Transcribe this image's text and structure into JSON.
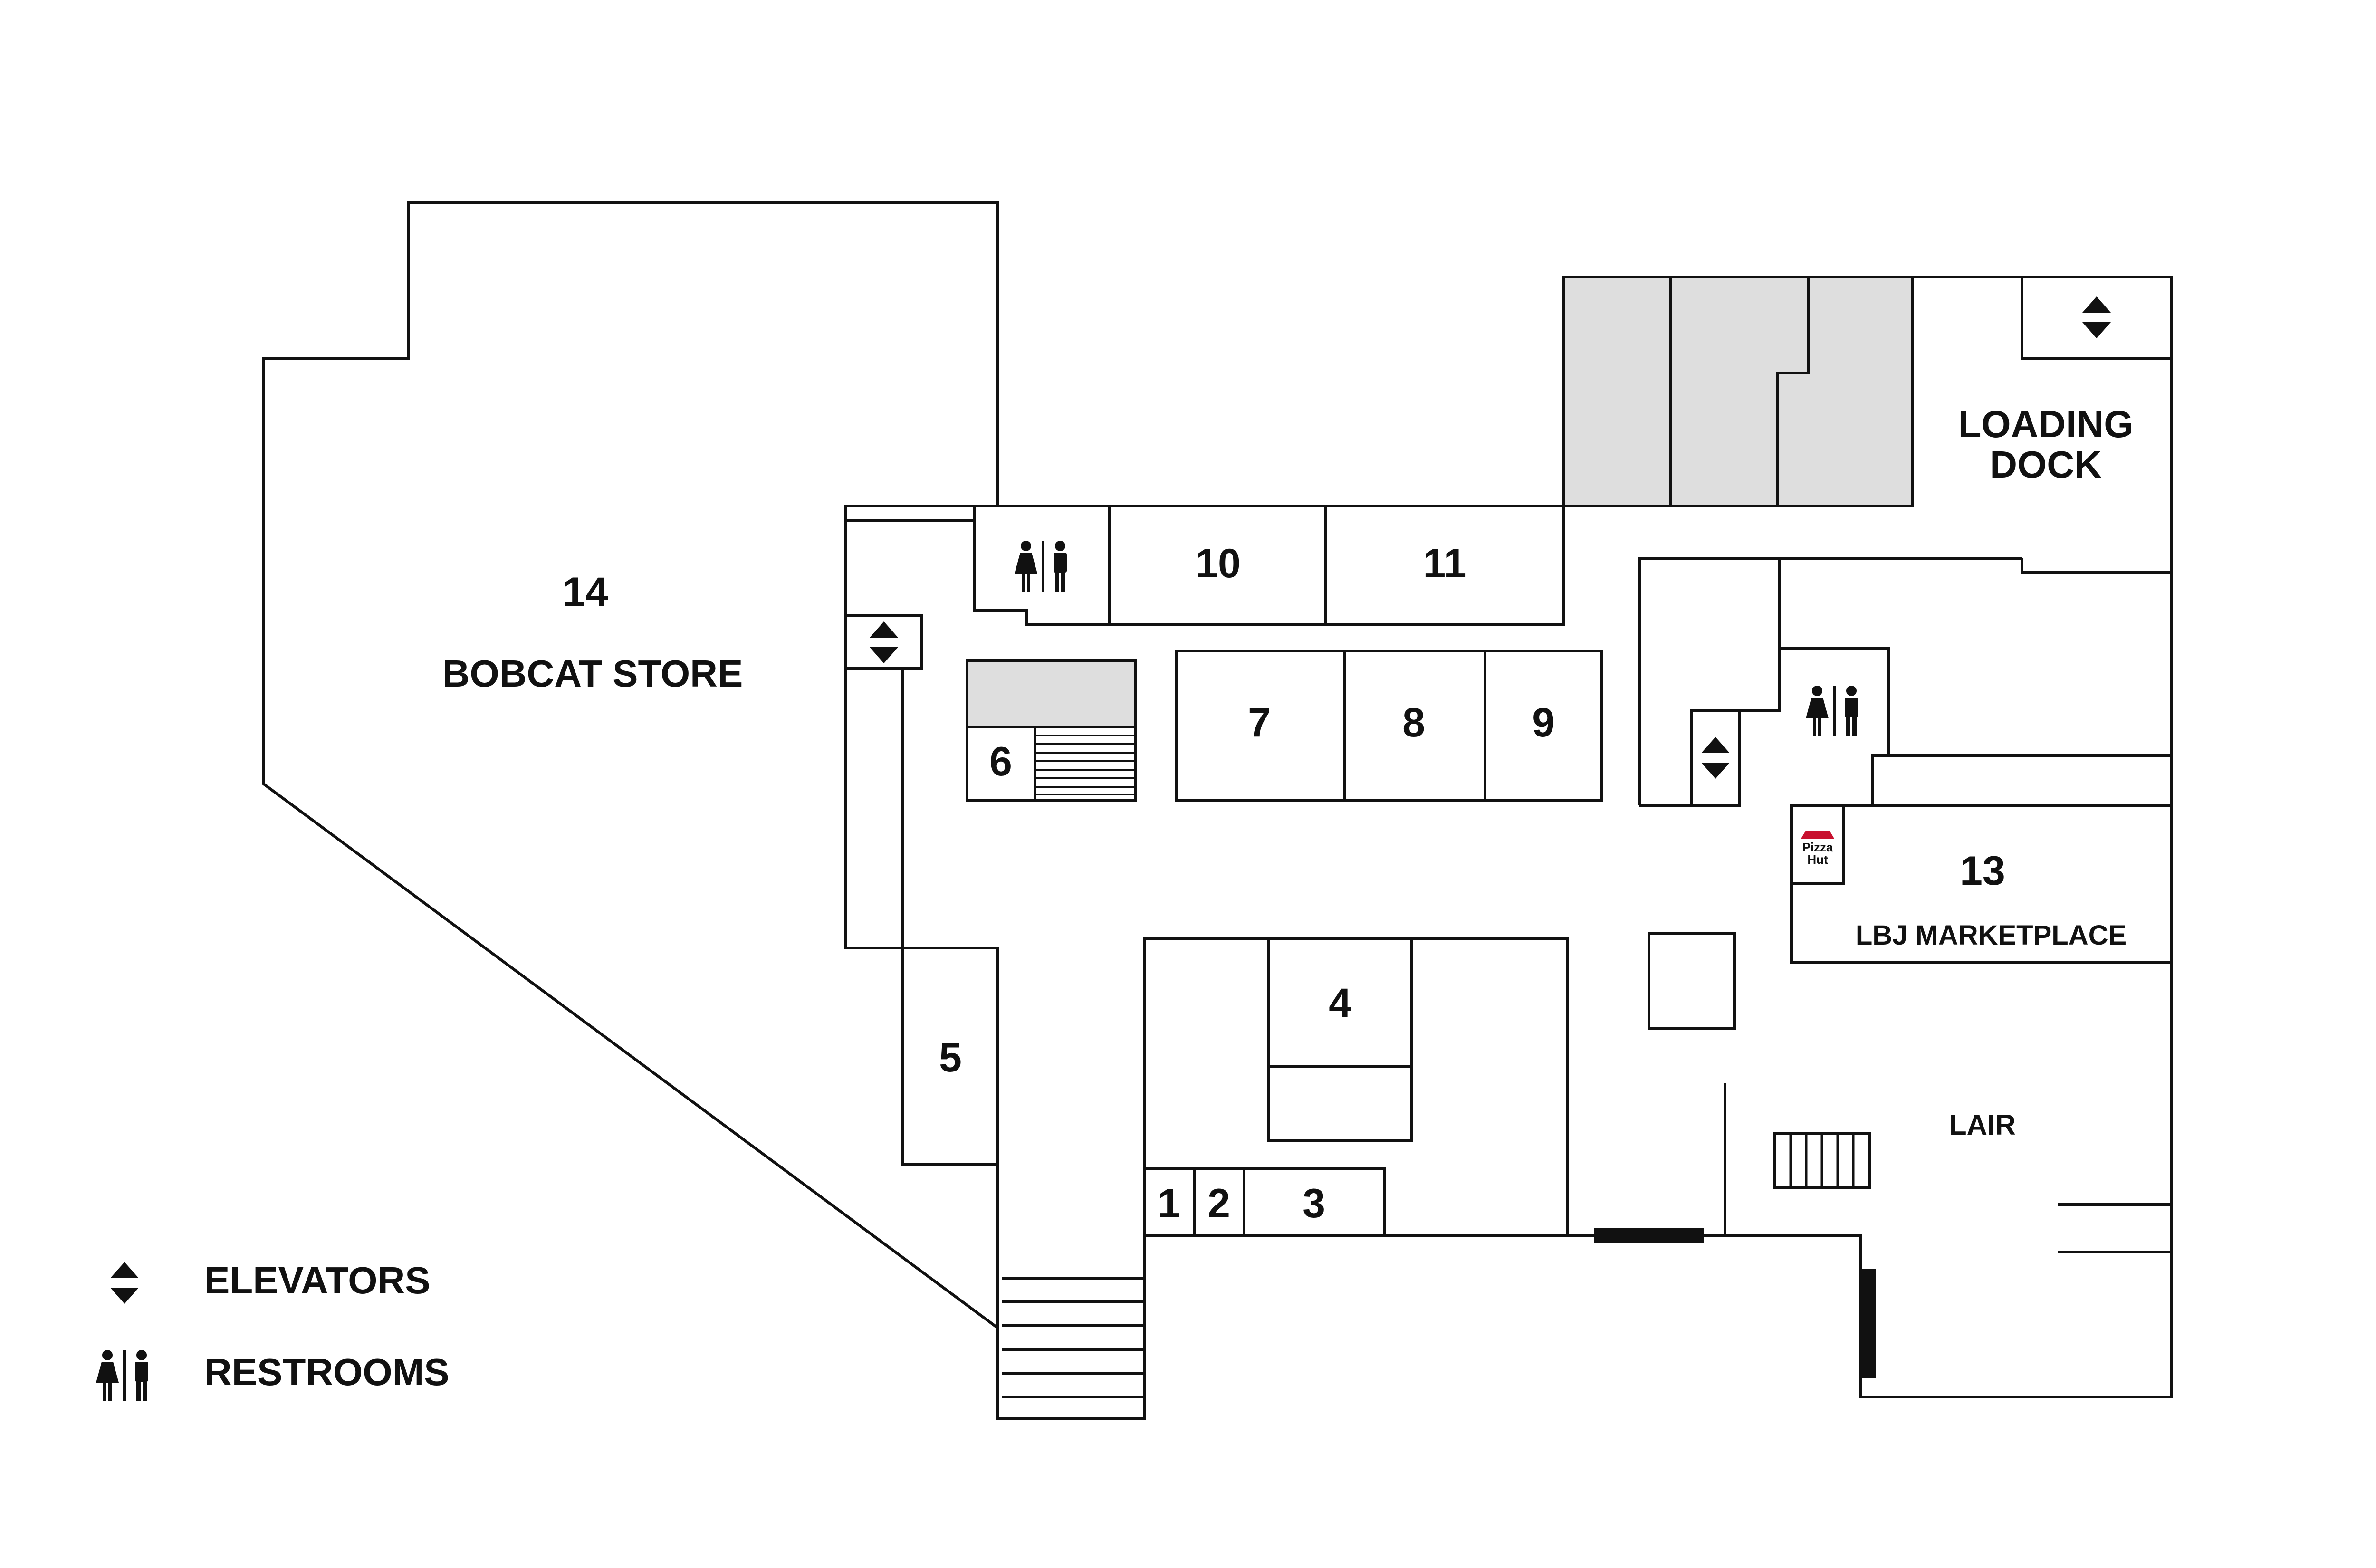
{
  "colors": {
    "floor": "#f9bfc7",
    "room": "#ffffff",
    "service": "#dedede",
    "line": "#111111",
    "pizza_red": "#c8102e"
  },
  "rooms": {
    "r1": "1",
    "r2": "2",
    "r3": "3",
    "r4": "4",
    "r5": "5",
    "r6": "6",
    "r7": "7",
    "r8": "8",
    "r9": "9",
    "r10": "10",
    "r11": "11",
    "r13": "13",
    "r13_name": "LBJ MARKETPLACE",
    "r14": "14",
    "r14_name": "BOBCAT STORE"
  },
  "areas": {
    "loading_dock_line1": "LOADING",
    "loading_dock_line2": "DOCK",
    "lair": "LAIR"
  },
  "logo": {
    "pizza_hut_line1": "Pizza",
    "pizza_hut_line2": "Hut"
  },
  "icons": {
    "elevator": "elevator-icon",
    "restroom": "restroom-icon"
  },
  "legend": {
    "elevators": "ELEVATORS",
    "restrooms": "RESTROOMS"
  }
}
